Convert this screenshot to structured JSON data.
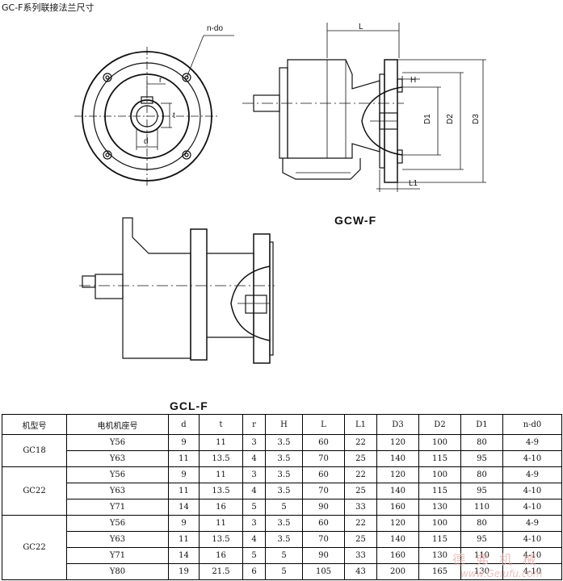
{
  "title": "GC-F系列联接法兰尺寸",
  "drawing": {
    "labels": {
      "n_do": "n-do",
      "r": "r",
      "t": "t",
      "d": "d",
      "L": "L",
      "H": "H",
      "D1": "D1",
      "D2": "D2",
      "D3": "D3",
      "L1": "L1"
    },
    "gcw_caption": "GCW-F",
    "gcl_caption": "GCL-F"
  },
  "table": {
    "headers": [
      "机型号",
      "电机机座号",
      "d",
      "t",
      "r",
      "H",
      "L",
      "L1",
      "D3",
      "D2",
      "D1",
      "n-d0"
    ],
    "groups": [
      {
        "model": "GC18",
        "rows": [
          [
            "Y56",
            "9",
            "11",
            "3",
            "3.5",
            "60",
            "22",
            "120",
            "100",
            "80",
            "4-9"
          ],
          [
            "Y63",
            "11",
            "13.5",
            "4",
            "3.5",
            "70",
            "25",
            "140",
            "115",
            "95",
            "4-10"
          ]
        ]
      },
      {
        "model": "GC22",
        "rows": [
          [
            "Y56",
            "9",
            "11",
            "3",
            "3.5",
            "60",
            "22",
            "120",
            "100",
            "80",
            "4-9"
          ],
          [
            "Y63",
            "11",
            "13.5",
            "4",
            "3.5",
            "70",
            "25",
            "140",
            "115",
            "95",
            "4-10"
          ],
          [
            "Y71",
            "14",
            "16",
            "5",
            "5",
            "90",
            "33",
            "160",
            "130",
            "110",
            "4-10"
          ]
        ]
      },
      {
        "model": "GC22",
        "rows": [
          [
            "Y56",
            "9",
            "11",
            "3",
            "3.5",
            "60",
            "22",
            "120",
            "100",
            "80",
            "4-9"
          ],
          [
            "Y63",
            "11",
            "13.5",
            "4",
            "3.5",
            "70",
            "25",
            "140",
            "115",
            "95",
            "4-10"
          ],
          [
            "Y71",
            "14",
            "16",
            "5",
            "5",
            "90",
            "33",
            "160",
            "130",
            "110",
            "4-10"
          ],
          [
            "Y80",
            "19",
            "21.5",
            "6",
            "5",
            "105",
            "43",
            "200",
            "165",
            "130",
            "4-10"
          ]
        ]
      }
    ]
  },
  "watermark": {
    "cn": "德 弗 机 械",
    "url": "www.Gelufu.com"
  }
}
